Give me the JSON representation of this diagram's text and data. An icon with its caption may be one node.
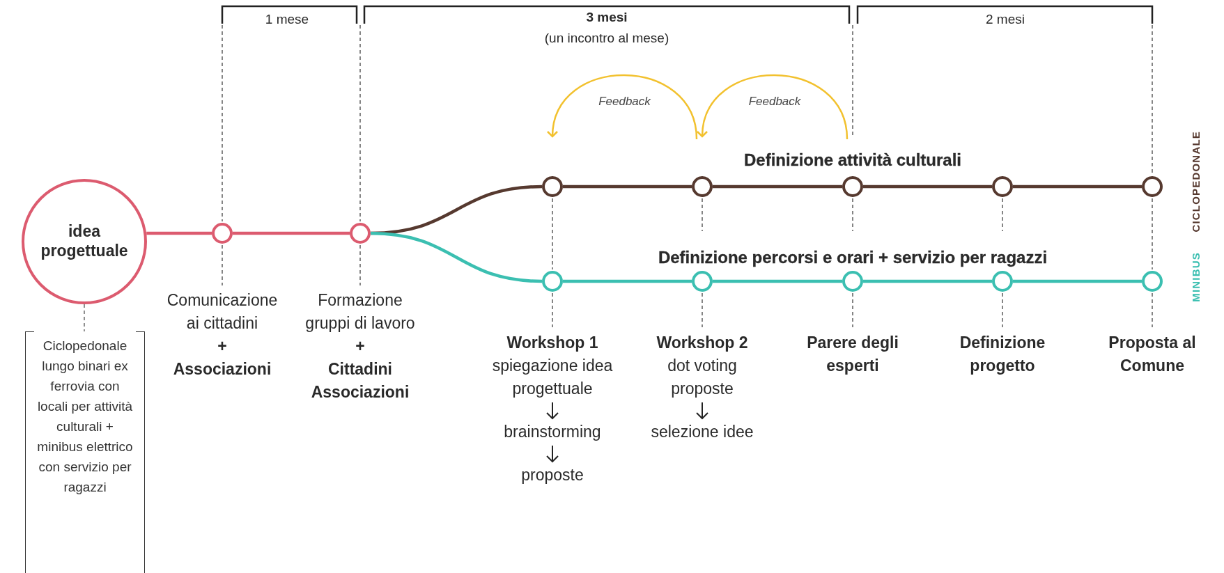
{
  "diagram": {
    "nodes": [
      {
        "text": [
          "idea progettuale"
        ]
      },
      {
        "text": [
          "Ciclopedonale lungo binari ex ferrovia con locali per attività culturali + minibus elettrico con servizio per ragazzi"
        ]
      },
      {
        "text": [],
        "shape": "circle",
        "beside": [
          "Comunicazione ai cittadini",
          "+",
          "Associazioni"
        ]
      },
      {
        "text": [],
        "shape": "circle",
        "beside": [
          "Formazione gruppi di lavoro",
          "+",
          "Cittadini Associazioni"
        ]
      },
      {
        "text": [],
        "shape": "circle"
      },
      {
        "text": [],
        "shape": "circle"
      },
      {
        "text": [],
        "shape": "circle"
      },
      {
        "text": [],
        "shape": "circle"
      },
      {
        "text": [],
        "shape": "circle"
      },
      {
        "text": [],
        "shape": "circle",
        "beside": [
          "Workshop 1",
          "spiegazione idea progettuale",
          "brainstorming",
          "proposte"
        ]
      },
      {
        "text": [],
        "shape": "circle",
        "beside": [
          "Workshop 2",
          "dot voting proposte",
          "selezione idee"
        ]
      },
      {
        "text": [],
        "shape": "circle",
        "beside": [
          "Parere degli esperti"
        ]
      },
      {
        "text": [],
        "shape": "circle",
        "beside": [
          "Definizione progetto"
        ]
      },
      {
        "text": [],
        "shape": "circle",
        "beside": [
          "Proposta al Comune"
        ]
      }
    ],
    "edges": [
      {
        "from": 0,
        "to": 1,
        "arrow": "none",
        "style": "dashed",
        "color": "#555555"
      },
      {
        "from": 0,
        "to": 2,
        "arrow": "none",
        "color": "#dc5b6f"
      },
      {
        "from": 2,
        "to": 3,
        "arrow": "none",
        "color": "#dc5b6f"
      },
      {
        "from": 3,
        "to": 4,
        "arrow": "none",
        "color": "#56392f"
      },
      {
        "from": 3,
        "to": 9,
        "arrow": "none",
        "color": "#3bbfb1"
      },
      {
        "from": 4,
        "to": 5,
        "arrow": "none",
        "color": "#56392f"
      },
      {
        "from": 5,
        "to": 6,
        "arrow": "none",
        "color": "#56392f"
      },
      {
        "from": 6,
        "to": 7,
        "arrow": "none",
        "color": "#56392f"
      },
      {
        "from": 7,
        "to": 8,
        "arrow": "none",
        "color": "#56392f"
      },
      {
        "from": 9,
        "to": 10,
        "arrow": "none",
        "color": "#3bbfb1"
      },
      {
        "from": 10,
        "to": 11,
        "arrow": "none",
        "color": "#3bbfb1"
      },
      {
        "from": 11,
        "to": 12,
        "arrow": "none",
        "color": "#3bbfb1"
      },
      {
        "from": 12,
        "to": 13,
        "arrow": "none",
        "color": "#3bbfb1"
      },
      {
        "from": 5,
        "to": 4,
        "arrow": "to",
        "label": "Feedback",
        "color": "#f2c12e"
      },
      {
        "from": 6,
        "to": 5,
        "arrow": "to",
        "label": "Feedback",
        "color": "#f2c12e"
      }
    ],
    "labels": [
      "1 mese",
      "3 mesi",
      "(un incontro al mese)",
      "2 mesi",
      "Definizione attività culturali",
      "CICLOPEDONALE",
      "Definizione percorsi e orari + servizio per ragazzi",
      "MINIBUS"
    ]
  }
}
